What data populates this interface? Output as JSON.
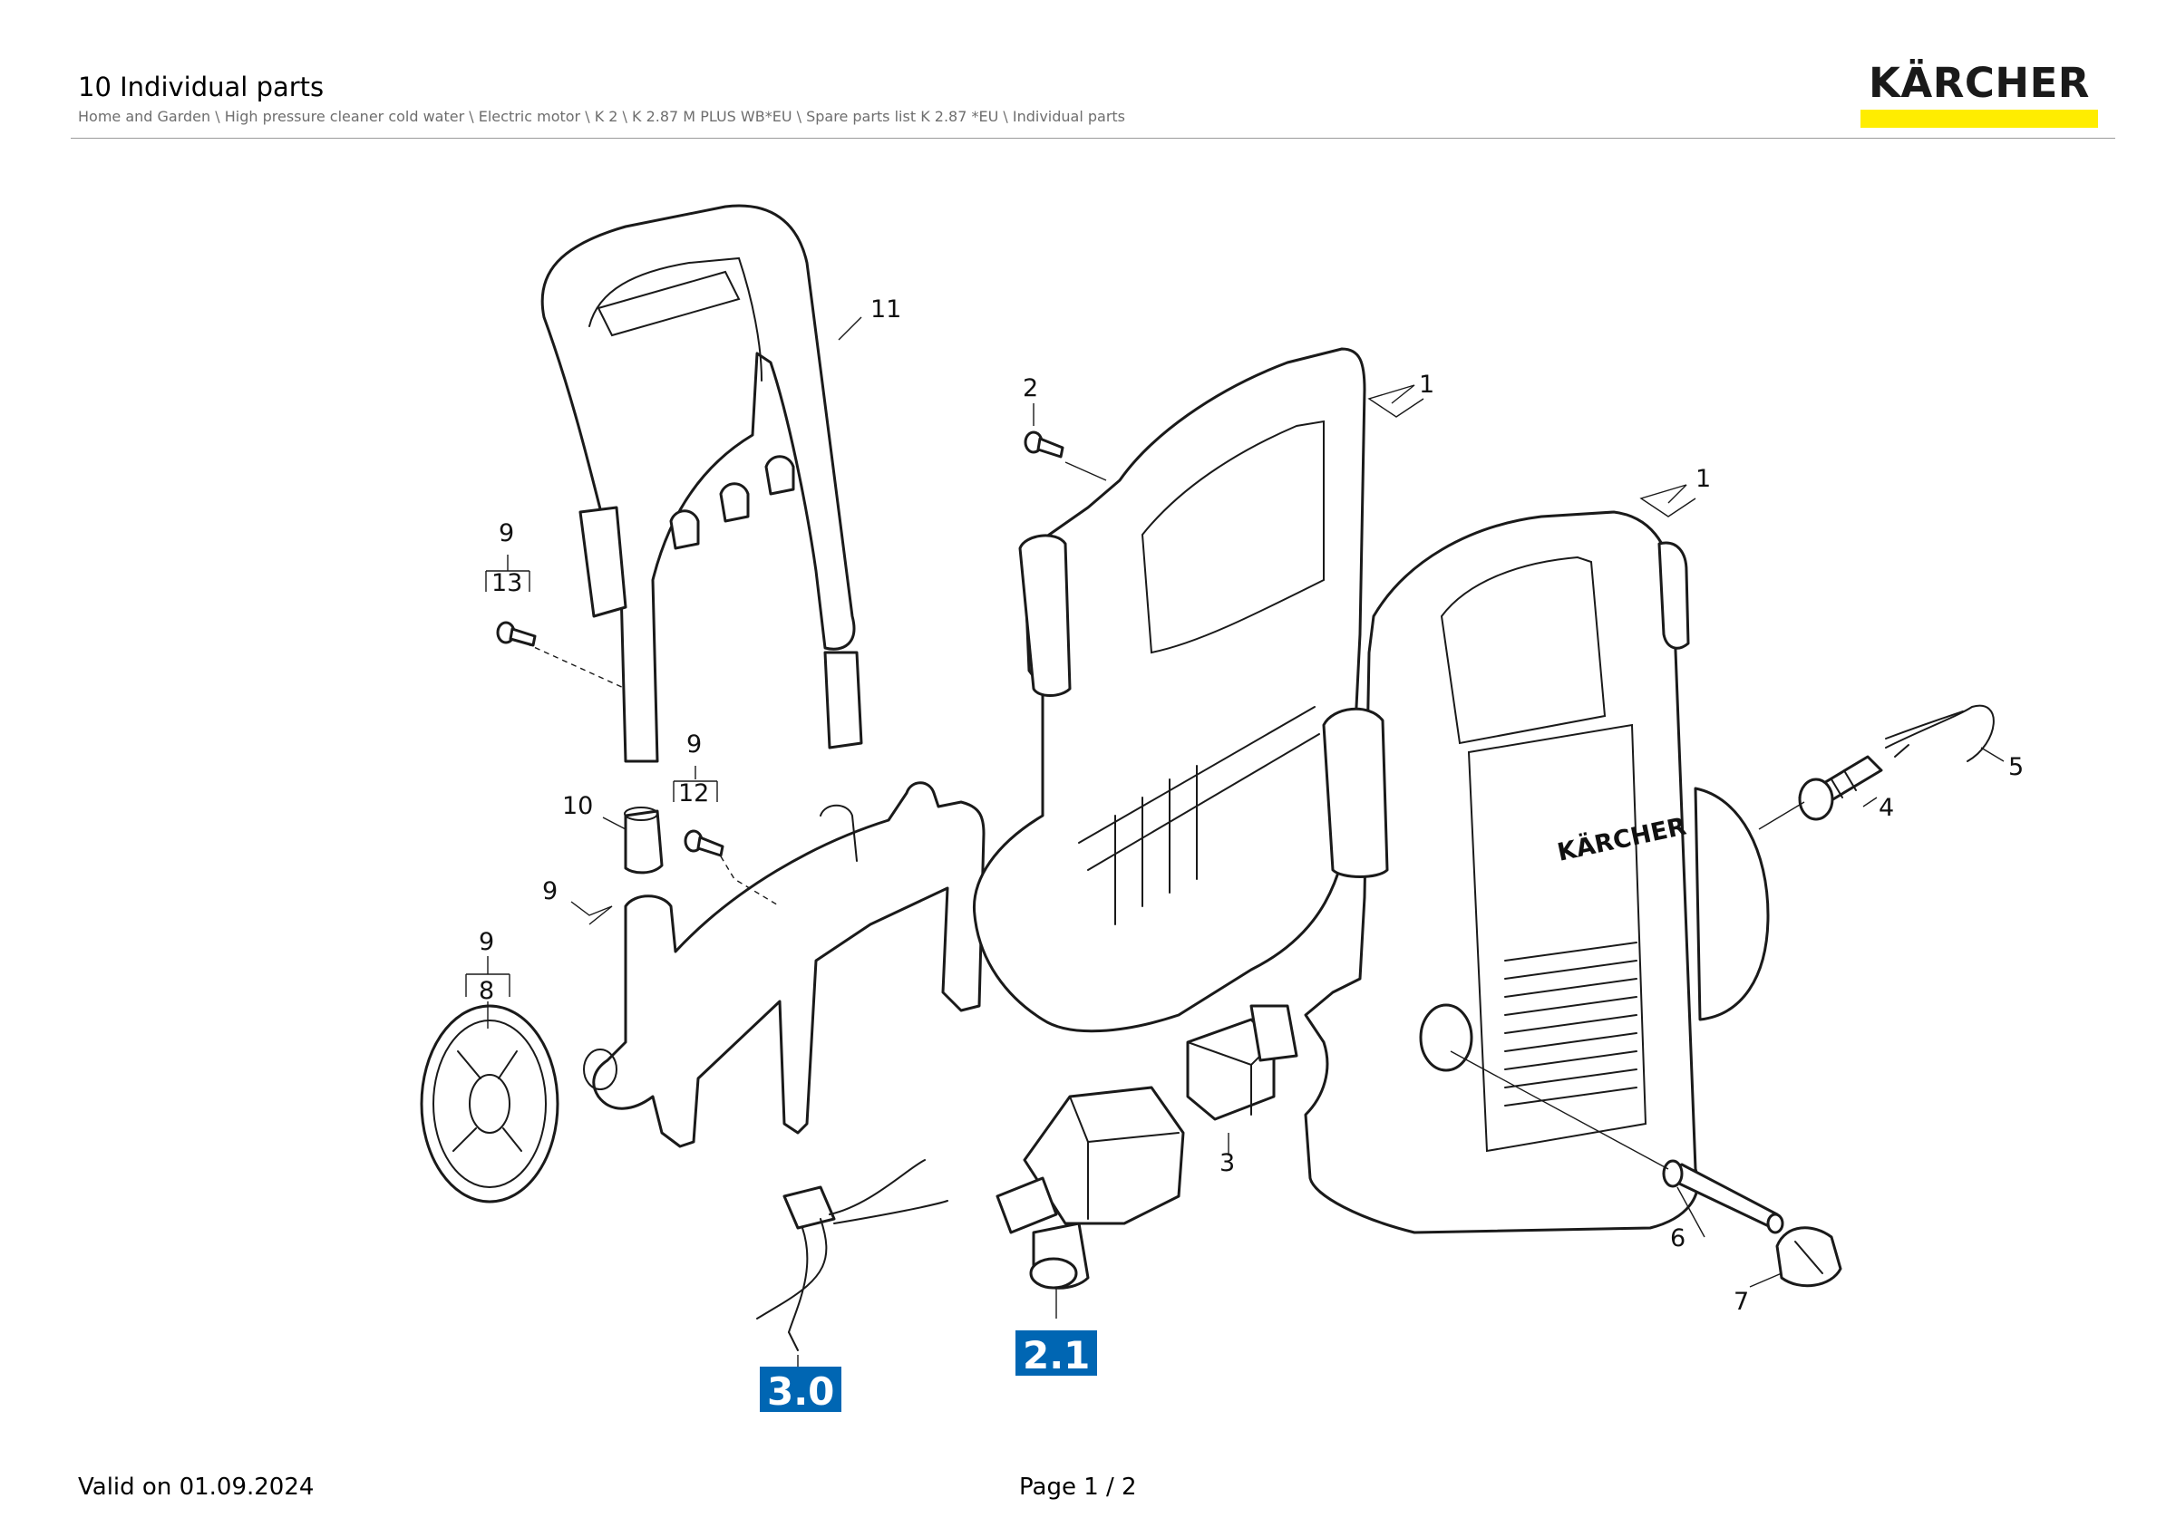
{
  "header": {
    "title": "10 Individual parts",
    "breadcrumb": "Home and Garden \\ High pressure cleaner cold water \\ Electric motor \\ K 2 \\ K 2.87 M PLUS WB*EU \\ Spare parts list K 2.87 *EU \\ Individual parts"
  },
  "logo": {
    "text": "KÄRCHER",
    "bar_color": "#ffed00",
    "text_color": "#1a1a1a"
  },
  "diagram": {
    "labels": {
      "l11": "11",
      "l2": "2",
      "l1a": "1",
      "l1b": "1",
      "l9a": "9",
      "l13": "13",
      "l9b": "9",
      "l12": "12",
      "l10": "10",
      "l9c": "9",
      "l9d": "9",
      "l8": "8",
      "l5": "5",
      "l4": "4",
      "l3": "3",
      "l6": "6",
      "l7": "7"
    },
    "housing_brand": "KÄRCHER",
    "badges": [
      {
        "text": "3.0",
        "color": "#0066b3"
      },
      {
        "text": "2.1",
        "color": "#0066b3"
      }
    ]
  },
  "footer": {
    "valid": "Valid on 01.09.2024",
    "page": "Page 1 / 2"
  }
}
